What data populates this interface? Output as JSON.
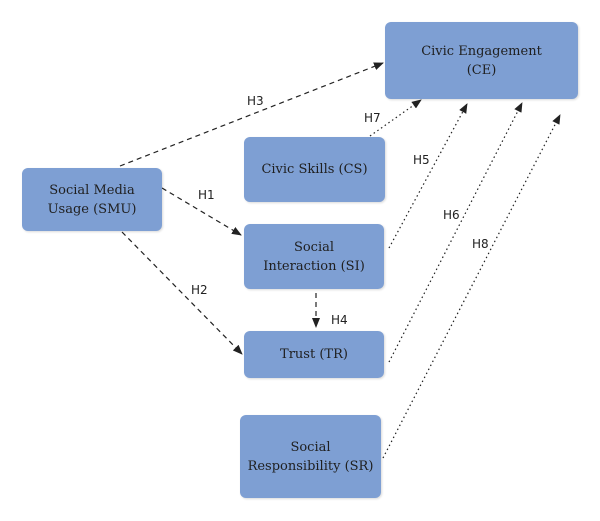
{
  "nodes": {
    "ce": {
      "line1": "Civic Engagement",
      "line2": "(CE)"
    },
    "smu": {
      "line1": "Social Media",
      "line2": "Usage (SMU)"
    },
    "cs": {
      "line1": "Civic Skills (CS)"
    },
    "si": {
      "line1": "Social",
      "line2": "Interaction (SI)"
    },
    "tr": {
      "line1": "Trust (TR)"
    },
    "sr": {
      "line1": "Social",
      "line2": "Responsibility (SR)"
    }
  },
  "hypotheses": {
    "h1": "H1",
    "h2": "H2",
    "h3": "H3",
    "h4": "H4",
    "h5": "H5",
    "h6": "H6",
    "h7": "H7",
    "h8": "H8"
  },
  "colors": {
    "node_fill": "#7e9fd3",
    "edge": "#222222"
  }
}
